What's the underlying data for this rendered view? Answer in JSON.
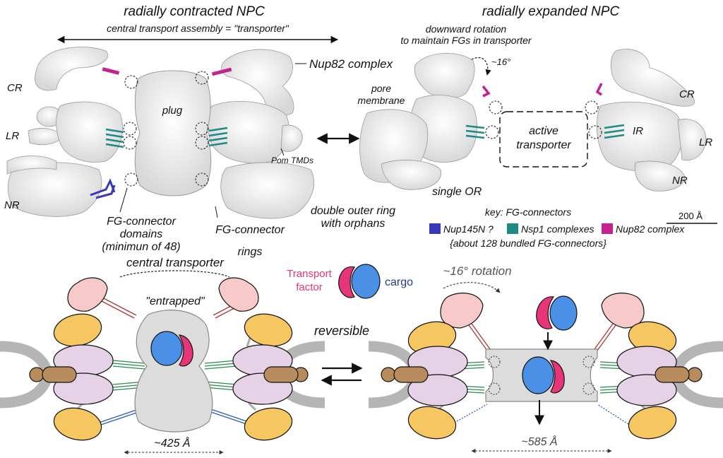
{
  "top_left": {
    "title": "radially contracted NPC",
    "transporter_label": "central transport assembly = \"transporter\"",
    "cr": "CR",
    "lr": "LR",
    "nr": "NR",
    "plug": "plug",
    "nup82_complex": "Nup82 complex",
    "pom_tmds": "Pom TMDs",
    "fg_domains": [
      "FG-connector",
      "domains",
      "(minimun of 48)"
    ],
    "fg_rings": [
      "FG-connector",
      "rings"
    ],
    "double_outer_ring": [
      "double outer ring",
      "with orphans"
    ]
  },
  "top_right": {
    "title": "radially expanded NPC",
    "rotation_note": [
      "downward rotation",
      "to maintain FGs in transporter"
    ],
    "angle": "~16°",
    "pore_membrane": [
      "pore",
      "membrane"
    ],
    "active_transporter": [
      "active",
      "transporter"
    ],
    "cr": "CR",
    "ir": "IR",
    "lr": "LR",
    "nr": "NR",
    "single_or": "single OR",
    "scale": "200 Å"
  },
  "key": {
    "title": "key: FG-connectors",
    "items": [
      {
        "label": "Nup145N ?",
        "color": "#3a3ab8"
      },
      {
        "label": "Nsp1 complexes",
        "color": "#1e8a86"
      },
      {
        "label": "Nup82 complex",
        "color": "#c2238f"
      }
    ],
    "note": "{about 128 bundled FG-connectors}"
  },
  "bottom_left": {
    "title": "central transporter",
    "entrapped": "\"entrapped\"",
    "width": "~425 Å"
  },
  "bottom_middle": {
    "transport_factor": [
      "Transport",
      "factor"
    ],
    "cargo": "cargo",
    "reversible": "reversible"
  },
  "bottom_right": {
    "rotation": "~16° rotation",
    "width": "~585 Å"
  },
  "colors": {
    "pink_factor": "#e8357a",
    "cargo_blue": "#4a90e6",
    "pink_subunit": "#f7c9c9",
    "lilac": "#e6d2e6",
    "yellow": "#f6c760",
    "tan": "#b98c5e",
    "gray_membrane": "#b5b5b5",
    "transporter_gray": "#dcdcdc"
  }
}
